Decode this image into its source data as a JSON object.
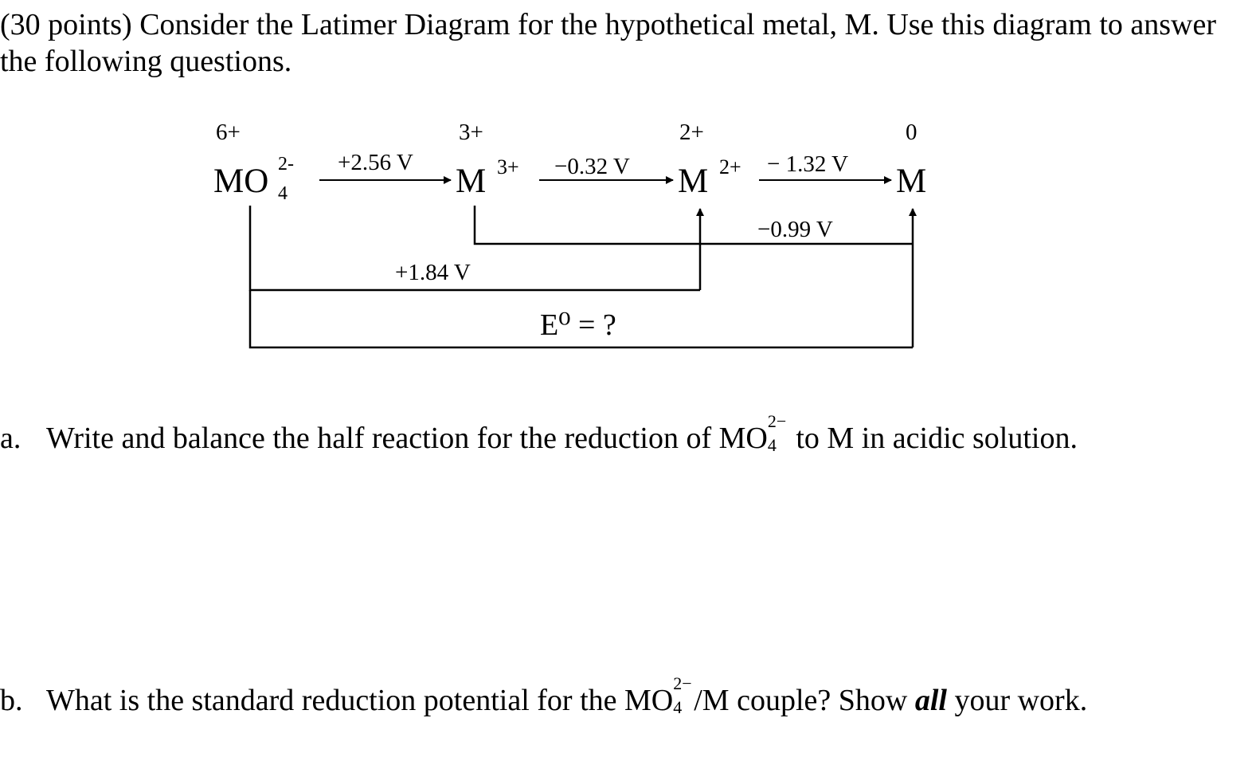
{
  "intro": "(30 points) Consider the Latimer Diagram for the hypothetical metal, M.  Use this diagram to answer the following questions.",
  "diagram": {
    "oxidation_states": [
      "6+",
      "3+",
      "2+",
      "0"
    ],
    "species": {
      "mo4_base": "MO",
      "mo4_charge": "2-",
      "mo4_sub": "4",
      "m3_base": "M",
      "m3_charge": "3+",
      "m2_base": "M",
      "m2_charge": "2+",
      "m0_base": "M"
    },
    "potentials": {
      "mo4_to_m3": "+2.56 V",
      "m3_to_m2": "−0.32 V",
      "m2_to_m": "− 1.32 V",
      "m3_to_m": "−0.99 V",
      "mo4_to_m2": "+1.84 V",
      "mo4_to_m_unknown": "E⁰ = ?"
    }
  },
  "questions": [
    {
      "letter": "a.",
      "text_before": "Write and balance the half reaction for the reduction of",
      "species_base": "MO",
      "species_sup": "2−",
      "species_sub": "4",
      "text_after": "to M in acidic solution."
    },
    {
      "letter": "b.",
      "text_before": "What is the standard reduction potential for the",
      "species_base": "MO",
      "species_sup": "2−",
      "species_sub": "4",
      "text_mid": "/M couple? Show",
      "emphasis": "all",
      "text_after": "your work."
    }
  ]
}
